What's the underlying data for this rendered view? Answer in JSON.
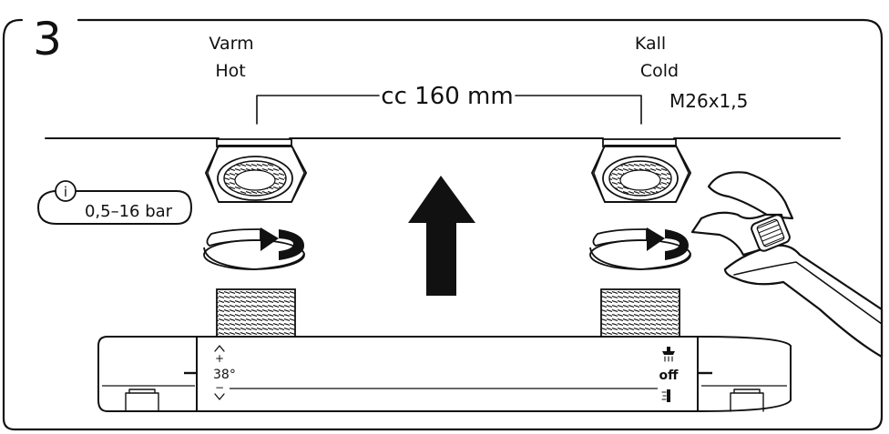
{
  "step": {
    "number": "3"
  },
  "inlets": {
    "hot": {
      "label_sv": "Varm",
      "label_en": "Hot"
    },
    "cold": {
      "label_sv": "Kall",
      "label_en": "Cold"
    }
  },
  "dimension": {
    "center_distance": "cc 160 mm"
  },
  "thread": {
    "spec": "M26x1,5"
  },
  "pressure": {
    "info_symbol": "i",
    "range": "0,5–16 bar"
  },
  "mixer": {
    "temperature": "38°",
    "increase_symbol": "+",
    "decrease_symbol": "−",
    "off_label": "off"
  },
  "icons": {
    "step_badge": "step-3-badge",
    "info": "info-icon",
    "nut_hot": "hex-nut-icon",
    "nut_cold": "hex-nut-icon",
    "rotate_hot": "clockwise-rotation-icon",
    "rotate_cold": "clockwise-rotation-icon",
    "mount": "up-arrow-icon",
    "tool": "adjustable-wrench-icon",
    "shower": "shower-head-icon",
    "spout": "spout-icon"
  },
  "colors": {
    "ink": "#111111",
    "background": "#ffffff"
  }
}
